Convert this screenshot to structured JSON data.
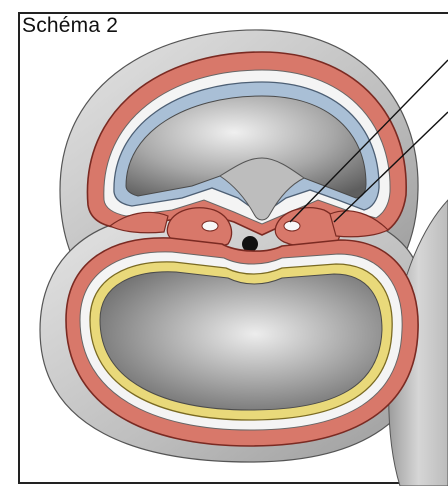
{
  "figure": {
    "title": "Schéma 2"
  },
  "colors": {
    "outer_layer": "#d8786a",
    "outer_layer_edge": "#7a2a22",
    "amnion_layer": "#a9bfd6",
    "yolk_layer": "#e9d97a",
    "cavity": "#8f8f8f",
    "surround": "#c9c9c9",
    "notochord": "#111111"
  },
  "icons": [
    "pointer-line-upper",
    "pointer-line-lower"
  ]
}
